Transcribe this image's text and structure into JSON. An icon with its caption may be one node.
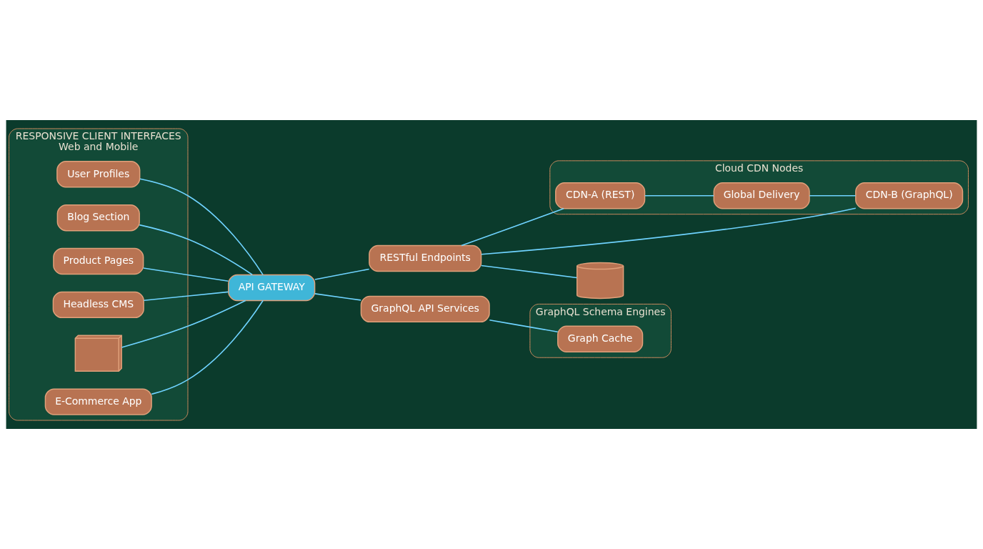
{
  "diagram": {
    "nodes": [
      {
        "text": [
          "RESPONSIVE CLIENT INTERFACES",
          "Web and Mobile"
        ]
      },
      {
        "text": [
          "User Profiles"
        ],
        "in": 0
      },
      {
        "text": [
          "Blog Section"
        ],
        "in": 0
      },
      {
        "text": [
          "Product Pages"
        ],
        "in": 0
      },
      {
        "text": [
          "Headless CMS"
        ],
        "in": 0
      },
      {
        "text": [],
        "shape": "picture",
        "in": 0
      },
      {
        "text": [
          "E-Commerce App"
        ],
        "in": 0
      },
      {
        "text": [
          "API GATEWAY"
        ]
      },
      {
        "text": [
          "RESTful Endpoints"
        ]
      },
      {
        "text": [
          "Cloud CDN Nodes"
        ]
      },
      {
        "text": [
          "CDN-A (REST)"
        ],
        "in": 9
      },
      {
        "text": [
          "Global Delivery"
        ],
        "in": 9
      },
      {
        "text": [
          "CDN-B (GraphQL)"
        ],
        "in": 9
      },
      {
        "text": [
          "GraphQL API Services"
        ]
      },
      {
        "text": [
          "GraphQL Schema Engines"
        ]
      },
      {
        "text": [
          "Graph Cache"
        ],
        "in": 14
      },
      {
        "text": [],
        "shape": "cylinder"
      }
    ],
    "edges": [
      {
        "from": 1,
        "to": 7,
        "arrow": "none"
      },
      {
        "from": 2,
        "to": 7,
        "arrow": "none"
      },
      {
        "from": 3,
        "to": 7,
        "arrow": "none"
      },
      {
        "from": 4,
        "to": 7,
        "arrow": "none"
      },
      {
        "from": 5,
        "to": 7,
        "arrow": "none"
      },
      {
        "from": 6,
        "to": 7,
        "arrow": "none"
      },
      {
        "from": 7,
        "to": 8,
        "arrow": "none"
      },
      {
        "from": 8,
        "to": 10,
        "arrow": "none"
      },
      {
        "from": 8,
        "to": 12,
        "arrow": "none"
      },
      {
        "from": 10,
        "to": 11,
        "arrow": "none"
      },
      {
        "from": 11,
        "to": 12,
        "arrow": "none"
      },
      {
        "from": 7,
        "to": 13,
        "arrow": "none"
      },
      {
        "from": 13,
        "to": 15,
        "arrow": "none"
      },
      {
        "from": 8,
        "to": 16,
        "arrow": "none"
      }
    ]
  }
}
